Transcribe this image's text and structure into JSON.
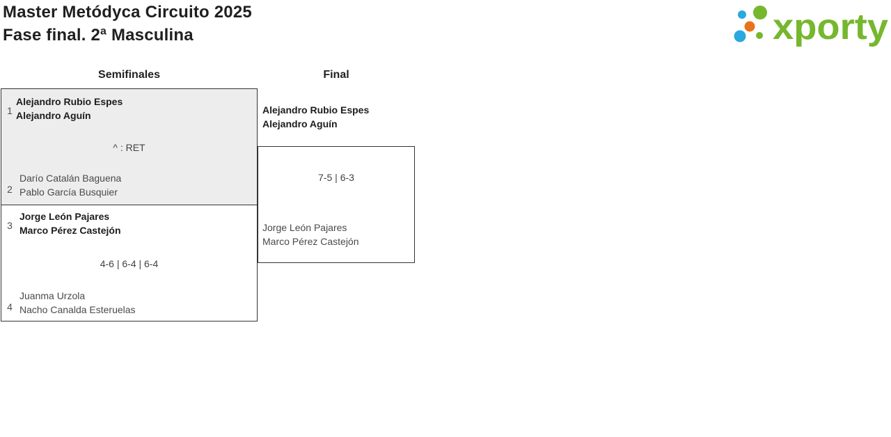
{
  "header": {
    "title_line1": "Master Metódyca Circuito 2025",
    "title_line2": "Fase final. 2ª Masculina"
  },
  "logo": {
    "text": "xporty",
    "colors": {
      "green": "#76b72e",
      "blue": "#29a9e0",
      "orange": "#e8731a"
    }
  },
  "bracket": {
    "rounds": [
      {
        "label": "Semifinales"
      },
      {
        "label": "Final"
      }
    ],
    "semifinals": [
      {
        "seed_top": "1",
        "team_top": [
          "Alejandro Rubio Espes",
          "Alejandro Aguín"
        ],
        "score": "^ : RET",
        "seed_bottom": "2",
        "team_bottom": [
          "Darío Catalán Baguena",
          "Pablo García Busquier"
        ],
        "winner": "top"
      },
      {
        "seed_top": "3",
        "team_top": [
          "Jorge León Pajares",
          "Marco Pérez Castejón"
        ],
        "score": "4-6 | 6-4 | 6-4",
        "seed_bottom": "4",
        "team_bottom": [
          "Juanma Urzola",
          "Nacho Canalda Esteruelas"
        ],
        "winner": "top"
      }
    ],
    "final": {
      "team_top": [
        "Alejandro Rubio Espes",
        "Alejandro Aguín"
      ],
      "score": "7-5 | 6-3",
      "team_bottom": [
        "Jorge León Pajares",
        "Marco Pérez Castejón"
      ],
      "winner": "top"
    }
  }
}
